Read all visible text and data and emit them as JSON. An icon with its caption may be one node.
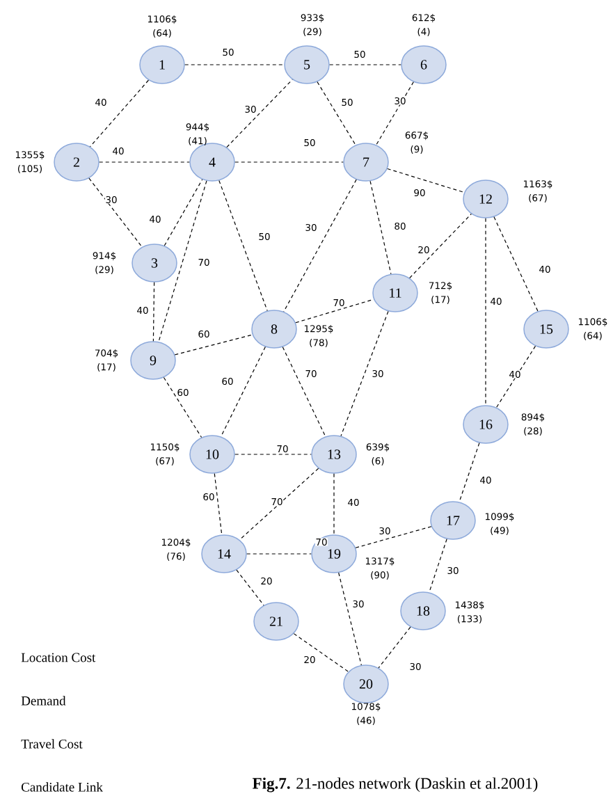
{
  "diagram": {
    "caption": "**Fig.7.** 21-nodes network (Daskin et al.2001)",
    "nodes": [
      {
        "text": [
          "1"
        ],
        "beside": [
          "1106$ (64)"
        ]
      },
      {
        "text": [
          "2"
        ],
        "beside": [
          "1355$ (105)"
        ]
      },
      {
        "text": [
          "3"
        ],
        "beside": [
          "914$ (29)"
        ]
      },
      {
        "text": [
          "4"
        ],
        "beside": [
          "944$ (41)"
        ]
      },
      {
        "text": [
          "5"
        ],
        "beside": [
          "933$ (29)"
        ]
      },
      {
        "text": [
          "6"
        ],
        "beside": [
          "612$ (4)"
        ]
      },
      {
        "text": [
          "7"
        ],
        "beside": [
          "667$ (9)"
        ]
      },
      {
        "text": [
          "8"
        ],
        "beside": [
          "1295$ (78)"
        ]
      },
      {
        "text": [
          "9"
        ],
        "beside": [
          "704$ (17)"
        ]
      },
      {
        "text": [
          "10"
        ],
        "beside": [
          "1150$ (67)"
        ]
      },
      {
        "text": [
          "11"
        ],
        "beside": [
          "712$ (17)"
        ]
      },
      {
        "text": [
          "12"
        ],
        "beside": [
          "1163$ (67)"
        ]
      },
      {
        "text": [
          "13"
        ],
        "beside": [
          "639$ (6)"
        ]
      },
      {
        "text": [
          "14"
        ],
        "beside": [
          "1204$ (76)"
        ]
      },
      {
        "text": [
          "15"
        ],
        "beside": [
          "1106$ (64)"
        ]
      },
      {
        "text": [
          "16"
        ],
        "beside": [
          "894$ (28)"
        ]
      },
      {
        "text": [
          "17"
        ],
        "beside": [
          "1099$ (49)"
        ]
      },
      {
        "text": [
          "18"
        ],
        "beside": [
          "1438$ (133)"
        ]
      },
      {
        "text": [
          "19"
        ],
        "beside": [
          "1317$ (90)"
        ]
      },
      {
        "text": [
          "20"
        ],
        "beside": [
          "1078$ (46)"
        ]
      },
      {
        "text": [
          "21"
        ]
      }
    ],
    "edges": [
      {
        "from": 0,
        "to": 4,
        "arrow": "none",
        "label": "50",
        "style": "dashed"
      },
      {
        "from": 4,
        "to": 5,
        "arrow": "none",
        "label": "50",
        "style": "dashed"
      },
      {
        "from": 0,
        "to": 1,
        "arrow": "none",
        "label": "40",
        "style": "dashed"
      },
      {
        "from": 3,
        "to": 4,
        "arrow": "none",
        "label": "30",
        "style": "dashed"
      },
      {
        "from": 4,
        "to": 6,
        "arrow": "none",
        "label": "50",
        "style": "dashed"
      },
      {
        "from": 5,
        "to": 6,
        "arrow": "none",
        "label": "30",
        "style": "dashed"
      },
      {
        "from": 1,
        "to": 3,
        "arrow": "none",
        "label": "40",
        "style": "dashed"
      },
      {
        "from": 3,
        "to": 6,
        "arrow": "none",
        "label": "50",
        "style": "dashed"
      },
      {
        "from": 6,
        "to": 11,
        "arrow": "none",
        "label": "90",
        "style": "dashed"
      },
      {
        "from": 1,
        "to": 2,
        "arrow": "none",
        "label": "30",
        "style": "dashed"
      },
      {
        "from": 2,
        "to": 3,
        "arrow": "none",
        "label": "40",
        "style": "dashed"
      },
      {
        "from": 3,
        "to": 8,
        "arrow": "none",
        "label": "70",
        "style": "dashed"
      },
      {
        "from": 3,
        "to": 7,
        "arrow": "none",
        "label": "50",
        "style": "dashed"
      },
      {
        "from": 6,
        "to": 7,
        "arrow": "none",
        "label": "30",
        "style": "dashed"
      },
      {
        "from": 6,
        "to": 10,
        "arrow": "none",
        "label": "80",
        "style": "dashed"
      },
      {
        "from": 10,
        "to": 11,
        "arrow": "none",
        "label": "20",
        "style": "dashed"
      },
      {
        "from": 11,
        "to": 15,
        "arrow": "none",
        "label": "40",
        "style": "dashed"
      },
      {
        "from": 11,
        "to": 14,
        "arrow": "none",
        "label": "40",
        "style": "dashed"
      },
      {
        "from": 2,
        "to": 8,
        "arrow": "none",
        "label": "40",
        "style": "dashed"
      },
      {
        "from": 7,
        "to": 10,
        "arrow": "none",
        "label": "70",
        "style": "dashed"
      },
      {
        "from": 8,
        "to": 7,
        "arrow": "none",
        "label": "60",
        "style": "dashed"
      },
      {
        "from": 7,
        "to": 9,
        "arrow": "none",
        "label": "60",
        "style": "dashed"
      },
      {
        "from": 7,
        "to": 12,
        "arrow": "none",
        "label": "70",
        "style": "dashed"
      },
      {
        "from": 10,
        "to": 12,
        "arrow": "none",
        "label": "30",
        "style": "dashed"
      },
      {
        "from": 14,
        "to": 15,
        "arrow": "none",
        "label": "40",
        "style": "dashed"
      },
      {
        "from": 8,
        "to": 9,
        "arrow": "none",
        "label": "60",
        "style": "dashed"
      },
      {
        "from": 9,
        "to": 12,
        "arrow": "none",
        "label": "70",
        "style": "dashed"
      },
      {
        "from": 15,
        "to": 16,
        "arrow": "none",
        "label": "40",
        "style": "dashed"
      },
      {
        "from": 12,
        "to": 18,
        "arrow": "none",
        "label": "40",
        "style": "dashed"
      },
      {
        "from": 9,
        "to": 13,
        "arrow": "none",
        "label": "60",
        "style": "dashed"
      },
      {
        "from": 12,
        "to": 13,
        "arrow": "none",
        "label": "70",
        "style": "dashed"
      },
      {
        "from": 13,
        "to": 18,
        "arrow": "none",
        "label": "70",
        "style": "dashed"
      },
      {
        "from": 18,
        "to": 16,
        "arrow": "none",
        "label": "30",
        "style": "dashed"
      },
      {
        "from": 16,
        "to": 17,
        "arrow": "none",
        "label": "30",
        "style": "dashed"
      },
      {
        "from": 13,
        "to": 20,
        "arrow": "none",
        "label": "20",
        "style": "dashed"
      },
      {
        "from": 18,
        "to": 19,
        "arrow": "none",
        "label": "30",
        "style": "dashed"
      },
      {
        "from": 20,
        "to": 19,
        "arrow": "none",
        "label": "20",
        "style": "dashed"
      },
      {
        "from": 17,
        "to": 19,
        "arrow": "none",
        "label": "30",
        "style": "dashed"
      }
    ],
    "labels": [
      "Location Cost",
      "Demand",
      "Travel Cost",
      "Candidate Link"
    ]
  }
}
